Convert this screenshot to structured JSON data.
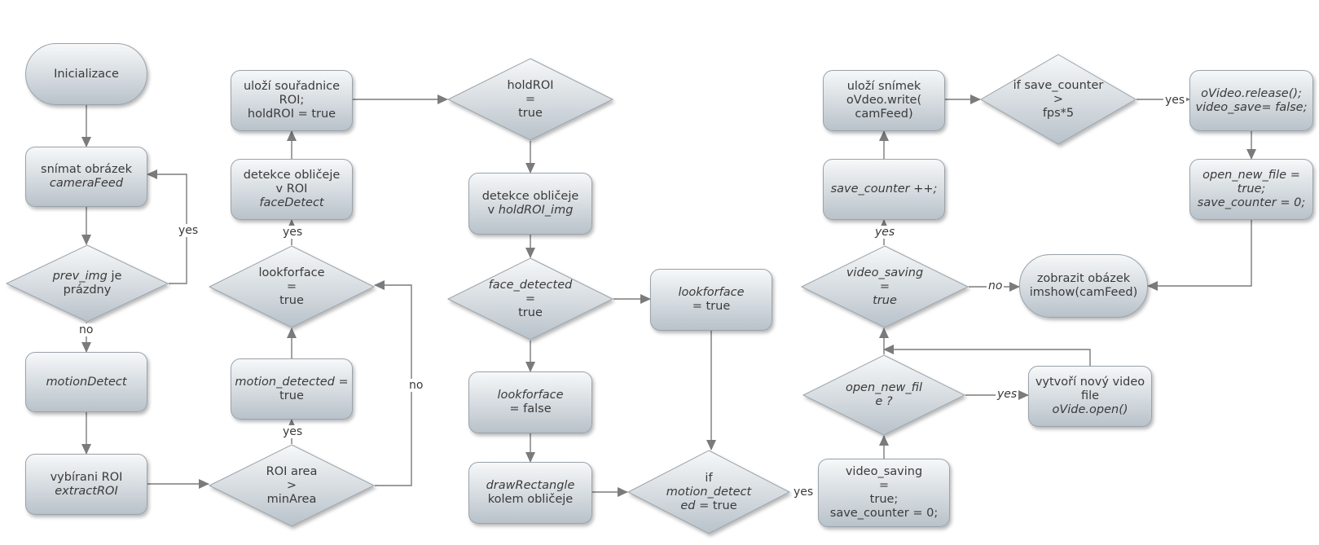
{
  "nodes": {
    "init": {
      "lines": [
        {
          "t": "Inicializace",
          "i": false
        }
      ]
    },
    "capture": {
      "lines": [
        {
          "t": "snímat obrázek",
          "i": false
        },
        {
          "t": "cameraFeed",
          "i": true
        }
      ]
    },
    "prev_empty": {
      "lines": [
        {
          "t": "prev_img",
          "i": true,
          "tail": " je"
        },
        {
          "t": "prázdny",
          "i": false
        }
      ]
    },
    "motion_detect": {
      "lines": [
        {
          "t": "motionDetect",
          "i": true
        }
      ]
    },
    "extract_roi": {
      "lines": [
        {
          "t": "vybírani ROI",
          "i": false
        },
        {
          "t": "extractROI",
          "i": true
        }
      ]
    },
    "roi_area": {
      "lines": [
        {
          "t": "ROI area",
          "i": false
        },
        {
          "t": ">",
          "i": false
        },
        {
          "t": "minArea",
          "i": false
        }
      ]
    },
    "motion_detected_true": {
      "lines": [
        {
          "t": "motion_detected",
          "i": true,
          "tail": " ="
        },
        {
          "t": "true",
          "i": false
        }
      ]
    },
    "lookforface_check": {
      "lines": [
        {
          "t": "lookforface",
          "i": false
        },
        {
          "t": "=",
          "i": false
        },
        {
          "t": "true",
          "i": false
        }
      ]
    },
    "face_detect_roi": {
      "lines": [
        {
          "t": "detekce obličeje",
          "i": false
        },
        {
          "t": "v ROI",
          "i": false
        },
        {
          "t": "faceDetect",
          "i": true
        }
      ]
    },
    "save_roi": {
      "lines": [
        {
          "t": "uloží souřadnice",
          "i": false
        },
        {
          "t": "ROI;",
          "i": false
        },
        {
          "t": "holdROI = true",
          "i": false
        }
      ]
    },
    "hold_roi_check": {
      "lines": [
        {
          "t": "holdROI",
          "i": false
        },
        {
          "t": "=",
          "i": false
        },
        {
          "t": "true",
          "i": false
        }
      ]
    },
    "face_detect_hold": {
      "lines": [
        {
          "t": "detekce obličeje",
          "i": false
        },
        {
          "t": "v ",
          "i": false,
          "itail": "holdROI_img"
        }
      ]
    },
    "face_detected_check": {
      "lines": [
        {
          "t": "face_detected",
          "i": true
        },
        {
          "t": "=",
          "i": false
        },
        {
          "t": "true",
          "i": false
        }
      ]
    },
    "lookforface_true": {
      "lines": [
        {
          "t": "lookforface",
          "i": true
        },
        {
          "t": "= true",
          "i": false
        }
      ]
    },
    "lookforface_false": {
      "lines": [
        {
          "t": "lookforface",
          "i": true
        },
        {
          "t": "= false",
          "i": false
        }
      ]
    },
    "draw_rect": {
      "lines": [
        {
          "t": "drawRectangle",
          "i": true
        },
        {
          "t": "kolem obličeje",
          "i": false
        }
      ]
    },
    "if_motion_detected": {
      "lines": [
        {
          "t": "if",
          "i": false
        },
        {
          "t": "motion_detect",
          "i": true
        },
        {
          "t": "ed",
          "i": true,
          "tail": " = true"
        }
      ]
    },
    "video_saving_set": {
      "lines": [
        {
          "t": "video_saving",
          "i": false
        },
        {
          "t": "=",
          "i": false
        },
        {
          "t": "true;",
          "i": false
        },
        {
          "t": "save_counter = 0;",
          "i": false
        }
      ]
    },
    "open_new_file_check": {
      "lines": [
        {
          "t": "open_new_fil",
          "i": true
        },
        {
          "t": "e ?",
          "i": true
        }
      ]
    },
    "create_video": {
      "lines": [
        {
          "t": "vytvoří nový video",
          "i": false
        },
        {
          "t": "file",
          "i": false
        },
        {
          "t": "oVide.open()",
          "i": true
        }
      ]
    },
    "video_saving_check": {
      "lines": [
        {
          "t": "video_saving",
          "i": true
        },
        {
          "t": "=",
          "i": false
        },
        {
          "t": "true",
          "i": true
        }
      ]
    },
    "save_counter_inc": {
      "lines": [
        {
          "t": "save_counter ++;",
          "i": true
        }
      ]
    },
    "save_frame": {
      "lines": [
        {
          "t": "uloží snímek",
          "i": false
        },
        {
          "t": "oVdeo.write(",
          "i": false
        },
        {
          "t": "camFeed)",
          "i": false
        }
      ]
    },
    "if_save_counter": {
      "lines": [
        {
          "t": "if save_counter",
          "i": false
        },
        {
          "t": ">",
          "i": false
        },
        {
          "t": "fps*5",
          "i": false
        }
      ]
    },
    "release_video": {
      "lines": [
        {
          "t": "oVideo.release();",
          "i": true
        },
        {
          "t": "video_save= false;",
          "i": true
        }
      ]
    },
    "open_new_file_set": {
      "lines": [
        {
          "t": "open_new_file =",
          "i": true
        },
        {
          "t": "true;",
          "i": true
        },
        {
          "t": "save_counter = 0;",
          "i": true
        }
      ]
    },
    "show_image": {
      "lines": [
        {
          "t": "zobrazit obázek",
          "i": false
        },
        {
          "t": "imshow(camFeed)",
          "i": false
        }
      ]
    }
  },
  "edge_labels": {
    "capture_yes": "yes",
    "prev_no": "no",
    "roi_no": "no",
    "roi_yes": "yes",
    "lookforface_yes": "yes",
    "if_motion_yes": "yes",
    "open_file_yes": "yes",
    "video_saving_yes": "yes",
    "video_saving_no": "no",
    "save_counter_yes": "yes"
  },
  "colors": {
    "edge": "#7b7b7b",
    "node_border": "#9aa3ab",
    "text": "#3a3a3a"
  }
}
